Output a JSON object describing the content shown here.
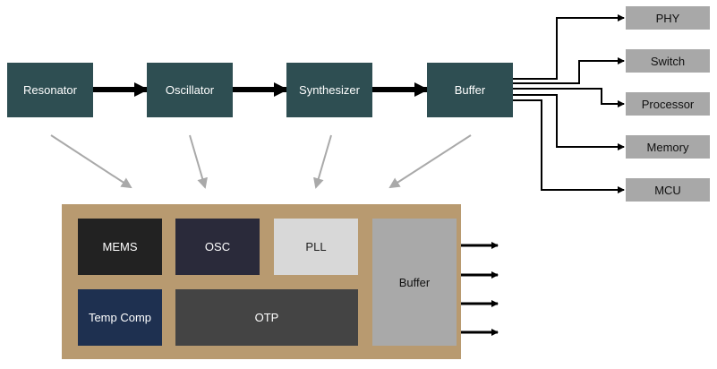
{
  "pipeline": {
    "resonator": "Resonator",
    "oscillator": "Oscillator",
    "synthesizer": "Synthesizer",
    "buffer": "Buffer"
  },
  "outputs": [
    "PHY",
    "Switch",
    "Processor",
    "Memory",
    "MCU"
  ],
  "chip": {
    "mems": "MEMS",
    "osc": "OSC",
    "pll": "PLL",
    "temp_comp": "Temp Comp",
    "otp": "OTP",
    "buffer": "Buffer"
  },
  "colors": {
    "pipeline_block": "#2e4e52",
    "output_block": "#a8a8a8",
    "chip_frame": "#b89a70",
    "mems": "#222222",
    "osc": "#2a2a3a",
    "pll": "#d8d8d8",
    "temp_comp": "#1e3050",
    "otp": "#444444",
    "chip_buffer": "#a9a9a9"
  }
}
